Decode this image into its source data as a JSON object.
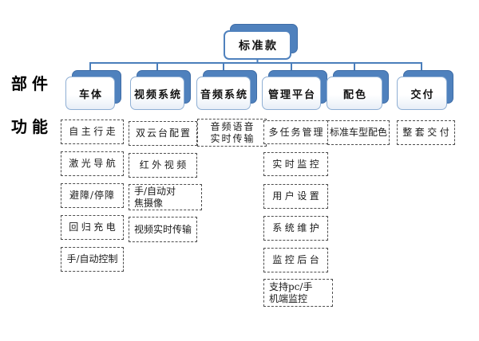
{
  "diagram": {
    "root": {
      "label": "标准款"
    },
    "side_labels": [
      {
        "label": "部件"
      },
      {
        "label": "功能"
      }
    ],
    "categories": [
      {
        "label": "车体",
        "items": [
          "自主行走",
          "激光导航",
          "避障/停障",
          "回归充电",
          "手/自动控制"
        ]
      },
      {
        "label": "视频系统",
        "items": [
          "双云台配置",
          "红外视频",
          "手/自动对焦摄像",
          "视频实时传输"
        ]
      },
      {
        "label": "音频系统",
        "items": [
          "音频语音实时传输"
        ]
      },
      {
        "label": "管理平台",
        "items": [
          "多任务管理",
          "实时监控",
          "用户设置",
          "系统维护",
          "监控后台",
          "支持pc/手机端监控"
        ]
      },
      {
        "label": "配色",
        "items": [
          "标准车型配色"
        ]
      },
      {
        "label": "交付",
        "items": [
          "整套交付"
        ]
      }
    ],
    "colors": {
      "node_fill": "#4f81bd",
      "node_border_light": "#8fafd4",
      "connector": "#4a7ebb",
      "dashed_border": "#4d4d4d"
    }
  }
}
